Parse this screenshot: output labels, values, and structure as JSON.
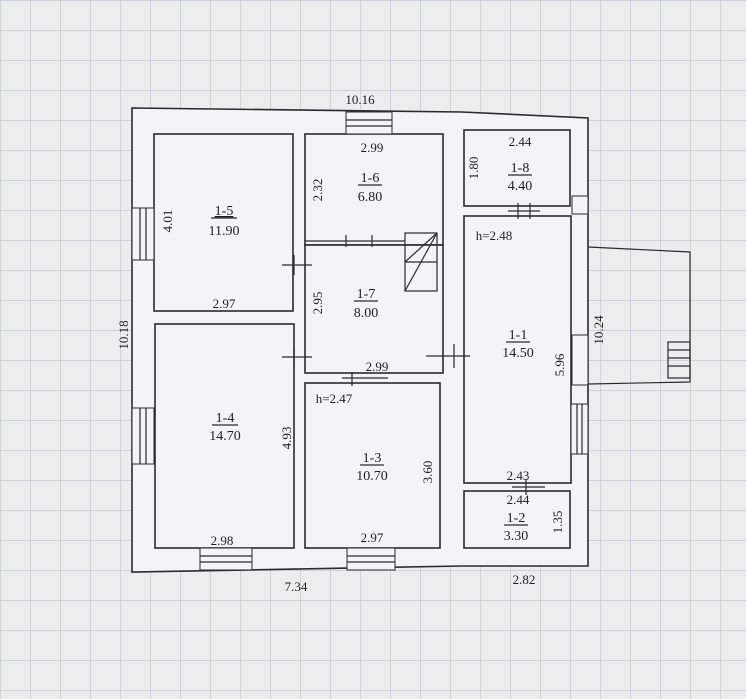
{
  "plan": {
    "outer_dims": {
      "top": "10.16",
      "left": "10.18",
      "bottom_left": "7.34",
      "bottom_right": "2.82",
      "right": "10.24"
    },
    "rooms": [
      {
        "id": "1-5",
        "area": "11.90",
        "width": "2.97",
        "height": "4.01"
      },
      {
        "id": "1-6",
        "area": "6.80",
        "width": "2.99",
        "height": "2.32"
      },
      {
        "id": "1-7",
        "area": "8.00",
        "height": "2.95",
        "width": "2.99"
      },
      {
        "id": "1-8",
        "area": "4.40",
        "width": "2.44",
        "height": "1.80"
      },
      {
        "id": "1-4",
        "area": "14.70",
        "width": "2.98",
        "height": "4.93"
      },
      {
        "id": "1-3",
        "area": "10.70",
        "width": "2.97",
        "height": "3.60"
      },
      {
        "id": "1-1",
        "area": "14.50",
        "height": "5.96",
        "width": "2.43"
      },
      {
        "id": "1-2",
        "area": "3.30",
        "width": "2.44",
        "height": "1.35"
      }
    ],
    "heights": {
      "h1": "h=2.48",
      "h2": "h=2.47"
    }
  }
}
